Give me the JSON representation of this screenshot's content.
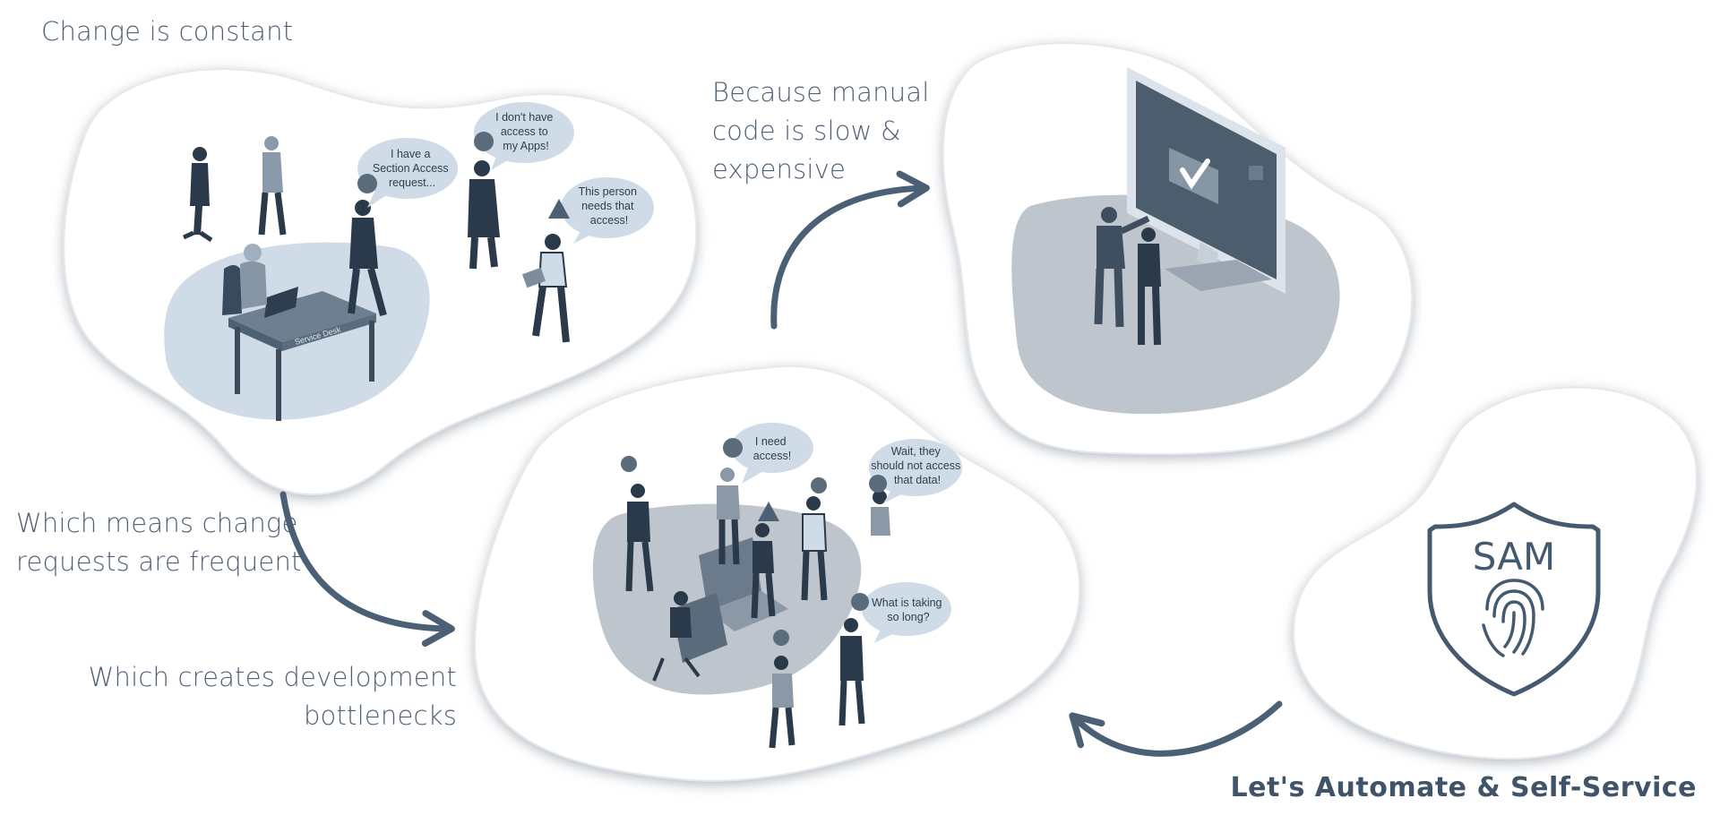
{
  "captions": {
    "change_constant": "Change is constant",
    "manual_code": [
      "Because manual",
      "code is slow &",
      "expensive"
    ],
    "requests_frequent": [
      "Which means change",
      "requests are frequent"
    ],
    "bottlenecks": [
      "Which creates development",
      "bottlenecks"
    ],
    "cta": "Let's Automate & Self-Service"
  },
  "scenes": {
    "service_desk": {
      "bubbles": [
        [
          "I have a",
          "Section Access",
          "request..."
        ],
        [
          "I don't have",
          "access to",
          "my Apps!"
        ],
        [
          "This person",
          "needs that",
          "access!"
        ]
      ],
      "desk_sign": "Service Desk"
    },
    "bottleneck": {
      "bubbles": [
        [
          "I need",
          "access!"
        ],
        [
          "Wait, they",
          "should not access",
          "that data!"
        ],
        [
          "What is taking",
          "so long?"
        ]
      ]
    },
    "shield": {
      "label": "SAM"
    }
  },
  "colors": {
    "primary": "#455a6e",
    "light_blob": "#cfdbe6",
    "grey_blob": "#bfc5cc",
    "arrow": "#4b6075"
  }
}
